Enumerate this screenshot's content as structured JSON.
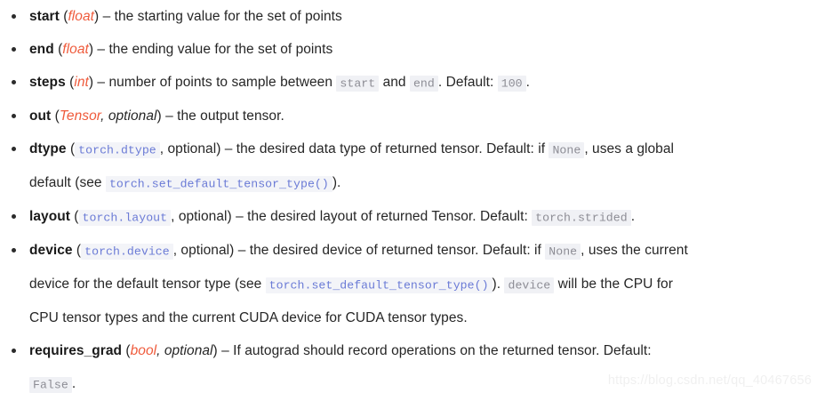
{
  "page": {
    "kind": "api-parameter-list",
    "watermark": "https://blog.csdn.net/qq_40467656"
  },
  "params": [
    {
      "name": "start",
      "type": "float",
      "type_style": "red-italic",
      "optional": false,
      "description": "the starting value for the set of points",
      "lines": [
        [
          {
            "t": "name",
            "v": "start"
          },
          {
            "t": "text",
            "v": " ("
          },
          {
            "t": "type",
            "v": "float"
          },
          {
            "t": "text",
            "v": ") – the starting value for the set of points"
          }
        ]
      ]
    },
    {
      "name": "end",
      "type": "float",
      "type_style": "red-italic",
      "optional": false,
      "description": "the ending value for the set of points",
      "lines": [
        [
          {
            "t": "name",
            "v": "end"
          },
          {
            "t": "text",
            "v": " ("
          },
          {
            "t": "type",
            "v": "float"
          },
          {
            "t": "text",
            "v": ") – the ending value for the set of points"
          }
        ]
      ]
    },
    {
      "name": "steps",
      "type": "int",
      "type_style": "red-italic",
      "optional": false,
      "description": "number of points to sample between start and end. Default: 100.",
      "lines": [
        [
          {
            "t": "name",
            "v": "steps"
          },
          {
            "t": "text",
            "v": " ("
          },
          {
            "t": "type",
            "v": "int"
          },
          {
            "t": "text",
            "v": ") – number of points to sample between "
          },
          {
            "t": "code",
            "v": "start"
          },
          {
            "t": "text",
            "v": " and "
          },
          {
            "t": "code",
            "v": "end"
          },
          {
            "t": "text",
            "v": ". Default: "
          },
          {
            "t": "code",
            "v": "100"
          },
          {
            "t": "text",
            "v": "."
          }
        ]
      ]
    },
    {
      "name": "out",
      "type": "Tensor",
      "type_style": "red-italic",
      "optional": true,
      "description": "the output tensor.",
      "lines": [
        [
          {
            "t": "name",
            "v": "out"
          },
          {
            "t": "text",
            "v": " ("
          },
          {
            "t": "type",
            "v": "Tensor"
          },
          {
            "t": "type_sep",
            "v": ", "
          },
          {
            "t": "optional",
            "v": "optional"
          },
          {
            "t": "text",
            "v": ") – the output tensor."
          }
        ]
      ]
    },
    {
      "name": "dtype",
      "type": "torch.dtype",
      "type_style": "code-link",
      "optional": true,
      "description": "the desired data type of returned tensor. Default: if None, uses a global default (see torch.set_default_tensor_type()).",
      "lines": [
        [
          {
            "t": "name",
            "v": "dtype"
          },
          {
            "t": "text",
            "v": " ("
          },
          {
            "t": "codelink",
            "v": "torch.dtype"
          },
          {
            "t": "text",
            "v": ", optional) – the desired data type of returned tensor. Default: if "
          },
          {
            "t": "code",
            "v": "None"
          },
          {
            "t": "text",
            "v": ", uses a global"
          }
        ],
        [
          {
            "t": "text",
            "v": "default (see "
          },
          {
            "t": "codelink",
            "v": "torch.set_default_tensor_type()"
          },
          {
            "t": "text",
            "v": ")."
          }
        ]
      ]
    },
    {
      "name": "layout",
      "type": "torch.layout",
      "type_style": "code-link",
      "optional": true,
      "description": "the desired layout of returned Tensor. Default: torch.strided.",
      "lines": [
        [
          {
            "t": "name",
            "v": "layout"
          },
          {
            "t": "text",
            "v": " ("
          },
          {
            "t": "codelink",
            "v": "torch.layout"
          },
          {
            "t": "text",
            "v": ", optional) – the desired layout of returned Tensor. Default: "
          },
          {
            "t": "code",
            "v": "torch.strided"
          },
          {
            "t": "text",
            "v": "."
          }
        ]
      ]
    },
    {
      "name": "device",
      "type": "torch.device",
      "type_style": "code-link",
      "optional": true,
      "description": "the desired device of returned tensor. Default: if None, uses the current device for the default tensor type (see torch.set_default_tensor_type()). device will be the CPU for CPU tensor types and the current CUDA device for CUDA tensor types.",
      "lines": [
        [
          {
            "t": "name",
            "v": "device"
          },
          {
            "t": "text",
            "v": " ("
          },
          {
            "t": "codelink",
            "v": "torch.device"
          },
          {
            "t": "text",
            "v": ", optional) – the desired device of returned tensor. Default: if "
          },
          {
            "t": "code",
            "v": "None"
          },
          {
            "t": "text",
            "v": ", uses the current"
          }
        ],
        [
          {
            "t": "text",
            "v": "device for the default tensor type (see "
          },
          {
            "t": "codelink",
            "v": "torch.set_default_tensor_type()"
          },
          {
            "t": "text",
            "v": "). "
          },
          {
            "t": "code",
            "v": "device"
          },
          {
            "t": "text",
            "v": " will be the CPU for"
          }
        ],
        [
          {
            "t": "text",
            "v": "CPU tensor types and the current CUDA device for CUDA tensor types."
          }
        ]
      ]
    },
    {
      "name": "requires_grad",
      "type": "bool",
      "type_style": "red-italic",
      "optional": true,
      "description": "If autograd should record operations on the returned tensor. Default: False.",
      "lines": [
        [
          {
            "t": "name",
            "v": "requires_grad"
          },
          {
            "t": "text",
            "v": " ("
          },
          {
            "t": "type",
            "v": "bool"
          },
          {
            "t": "type_sep",
            "v": ", "
          },
          {
            "t": "optional",
            "v": "optional"
          },
          {
            "t": "text",
            "v": ") – If autograd should record operations on the returned tensor. Default:"
          }
        ],
        [
          {
            "t": "code",
            "v": "False"
          },
          {
            "t": "text",
            "v": "."
          }
        ]
      ]
    }
  ],
  "colors": {
    "text": "#262626",
    "type_red": "#ef5b3c",
    "code_link": "#6b7bd6",
    "code_literal": "#8d8d95",
    "code_background": "#f0f1f5",
    "watermark": "#f0f0f0"
  }
}
